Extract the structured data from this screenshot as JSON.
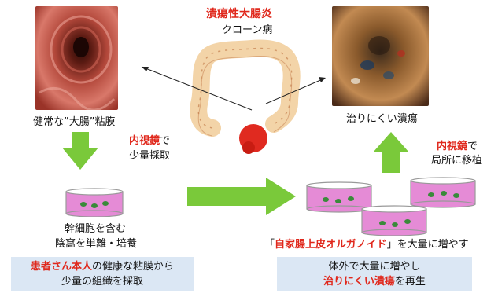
{
  "title": {
    "line1": "潰瘍性大腸炎",
    "line2": "クローン病"
  },
  "healthy_label": "健常な”大腸”粘膜",
  "endoscope_left": {
    "red": "内視鏡",
    "rest": "で",
    "line2": "少量採取"
  },
  "culture_left": {
    "line1": "幹細胞を含む",
    "line2": "陰窩を単離・培養"
  },
  "box_left": {
    "red": "患者さん本人",
    "rest": "の健康な粘膜から",
    "line2": "少量の組織を採取"
  },
  "ulcer_label": "治りにくい潰瘍",
  "endoscope_right": {
    "red": "内視鏡",
    "rest": "で",
    "line2": "局所に移植"
  },
  "organoid_label": {
    "pre": "「",
    "red": "自家腸上皮オルガノイド",
    "post": "」を大量に増やす"
  },
  "box_right": {
    "line1": "体外で大量に増やし",
    "red": "治りにくい潰瘍",
    "rest": "を再生"
  },
  "colors": {
    "accent_red": "#e0281c",
    "arrow_green": "#7ac93a",
    "box_blue": "#dbe7f4",
    "dish_pink": "#e58bd6"
  }
}
